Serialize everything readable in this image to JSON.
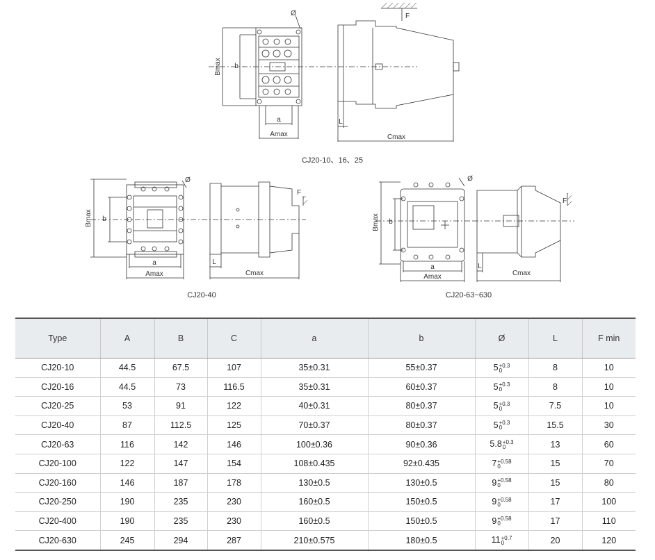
{
  "captions": {
    "top": "CJ20-10、16、25",
    "left": "CJ20-40",
    "right": "CJ20-63~630"
  },
  "dims": {
    "bmax": "Bmax",
    "b": "b",
    "a": "a",
    "amax": "Amax",
    "cmax": "Cmax",
    "l": "L",
    "f": "F",
    "phi": "Ø"
  },
  "table": {
    "headers": [
      "Type",
      "A",
      "B",
      "C",
      "a",
      "b",
      "Ø",
      "L",
      "F min"
    ],
    "rows": [
      {
        "type": "CJ20-10",
        "A": "44.5",
        "B": "67.5",
        "C": "107",
        "a": "35±0.31",
        "b": "55±0.37",
        "phi": "5",
        "phi_up": "+0.3",
        "phi_low": "0",
        "L": "8",
        "F": "10"
      },
      {
        "type": "CJ20-16",
        "A": "44.5",
        "B": "73",
        "C": "116.5",
        "a": "35±0.31",
        "b": "60±0.37",
        "phi": "5",
        "phi_up": "+0.3",
        "phi_low": "0",
        "L": "8",
        "F": "10"
      },
      {
        "type": "CJ20-25",
        "A": "53",
        "B": "91",
        "C": "122",
        "a": "40±0.31",
        "b": "80±0.37",
        "phi": "5",
        "phi_up": "+0.3",
        "phi_low": "0",
        "L": "7.5",
        "F": "10"
      },
      {
        "type": "CJ20-40",
        "A": "87",
        "B": "112.5",
        "C": "125",
        "a": "70±0.37",
        "b": "80±0.37",
        "phi": "5",
        "phi_up": "+0.3",
        "phi_low": "0",
        "L": "15.5",
        "F": "30"
      },
      {
        "type": "CJ20-63",
        "A": "116",
        "B": "142",
        "C": "146",
        "a": "100±0.36",
        "b": "90±0.36",
        "phi": "5.8",
        "phi_up": "+0.3",
        "phi_low": "0",
        "L": "13",
        "F": "60"
      },
      {
        "type": "CJ20-100",
        "A": "122",
        "B": "147",
        "C": "154",
        "a": "108±0.435",
        "b": "92±0.435",
        "phi": "7",
        "phi_up": "+0.58",
        "phi_low": "0",
        "L": "15",
        "F": "70"
      },
      {
        "type": "CJ20-160",
        "A": "146",
        "B": "187",
        "C": "178",
        "a": "130±0.5",
        "b": "130±0.5",
        "phi": "9",
        "phi_up": "+0.58",
        "phi_low": "0",
        "L": "15",
        "F": "80"
      },
      {
        "type": "CJ20-250",
        "A": "190",
        "B": "235",
        "C": "230",
        "a": "160±0.5",
        "b": "150±0.5",
        "phi": "9",
        "phi_up": "+0.58",
        "phi_low": "0",
        "L": "17",
        "F": "100"
      },
      {
        "type": "CJ20-400",
        "A": "190",
        "B": "235",
        "C": "230",
        "a": "160±0.5",
        "b": "150±0.5",
        "phi": "9",
        "phi_up": "+0.58",
        "phi_low": "0",
        "L": "17",
        "F": "110"
      },
      {
        "type": "CJ20-630",
        "A": "245",
        "B": "294",
        "C": "287",
        "a": "210±0.575",
        "b": "180±0.5",
        "phi": "11",
        "phi_up": "+0.7",
        "phi_low": "0",
        "L": "20",
        "F": "120"
      }
    ]
  }
}
